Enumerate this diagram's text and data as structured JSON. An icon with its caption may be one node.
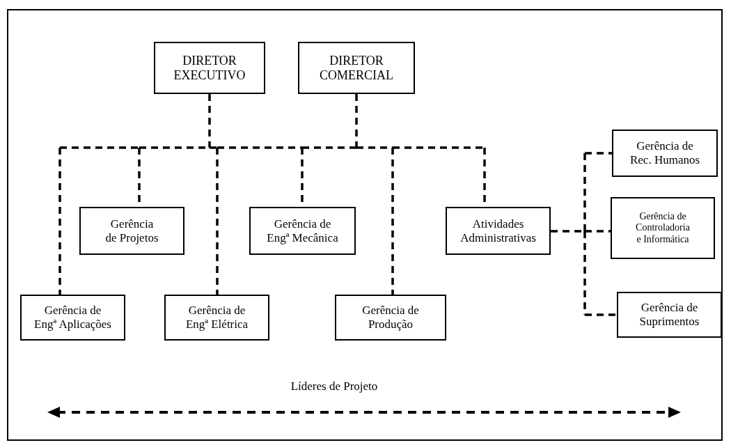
{
  "diagram": {
    "nodes": [
      {
        "text": [
          "DIRETOR EXECUTIVO"
        ]
      },
      {
        "text": [
          "DIRETOR COMERCIAL"
        ]
      },
      {
        "text": [
          "Gerência de Rec. Humanos"
        ]
      },
      {
        "text": [
          "Gerência de Projetos"
        ]
      },
      {
        "text": [
          "Gerência de Engª Mecânica"
        ]
      },
      {
        "text": [
          "Atividades Administrativas"
        ]
      },
      {
        "text": [
          "Gerência de Controladoria e Informática"
        ]
      },
      {
        "text": [
          "Gerência de Engª Aplicações"
        ]
      },
      {
        "text": [
          "Gerência de Engª Elétrica"
        ]
      },
      {
        "text": [
          "Gerência de Produção"
        ]
      },
      {
        "text": [
          "Gerência de Suprimentos"
        ]
      }
    ],
    "edges": [
      {
        "from": 0,
        "to": 3,
        "arrow": "none",
        "style": "dashed"
      },
      {
        "from": 0,
        "to": 4,
        "arrow": "none",
        "style": "dashed"
      },
      {
        "from": 0,
        "to": 5,
        "arrow": "none",
        "style": "dashed"
      },
      {
        "from": 0,
        "to": 7,
        "arrow": "none",
        "style": "dashed"
      },
      {
        "from": 0,
        "to": 8,
        "arrow": "none",
        "style": "dashed"
      },
      {
        "from": 0,
        "to": 9,
        "arrow": "none",
        "style": "dashed"
      },
      {
        "from": 1,
        "to": 3,
        "arrow": "none",
        "style": "dashed"
      },
      {
        "from": 1,
        "to": 4,
        "arrow": "none",
        "style": "dashed"
      },
      {
        "from": 1,
        "to": 5,
        "arrow": "none",
        "style": "dashed"
      },
      {
        "from": 1,
        "to": 7,
        "arrow": "none",
        "style": "dashed"
      },
      {
        "from": 1,
        "to": 8,
        "arrow": "none",
        "style": "dashed"
      },
      {
        "from": 1,
        "to": 9,
        "arrow": "none",
        "style": "dashed"
      },
      {
        "from": 5,
        "to": 2,
        "arrow": "none",
        "style": "dashed"
      },
      {
        "from": 5,
        "to": 6,
        "arrow": "none",
        "style": "dashed"
      },
      {
        "from": 5,
        "to": 10,
        "arrow": "none",
        "style": "dashed"
      }
    ],
    "labels": [
      "Líderes de Projeto"
    ]
  }
}
